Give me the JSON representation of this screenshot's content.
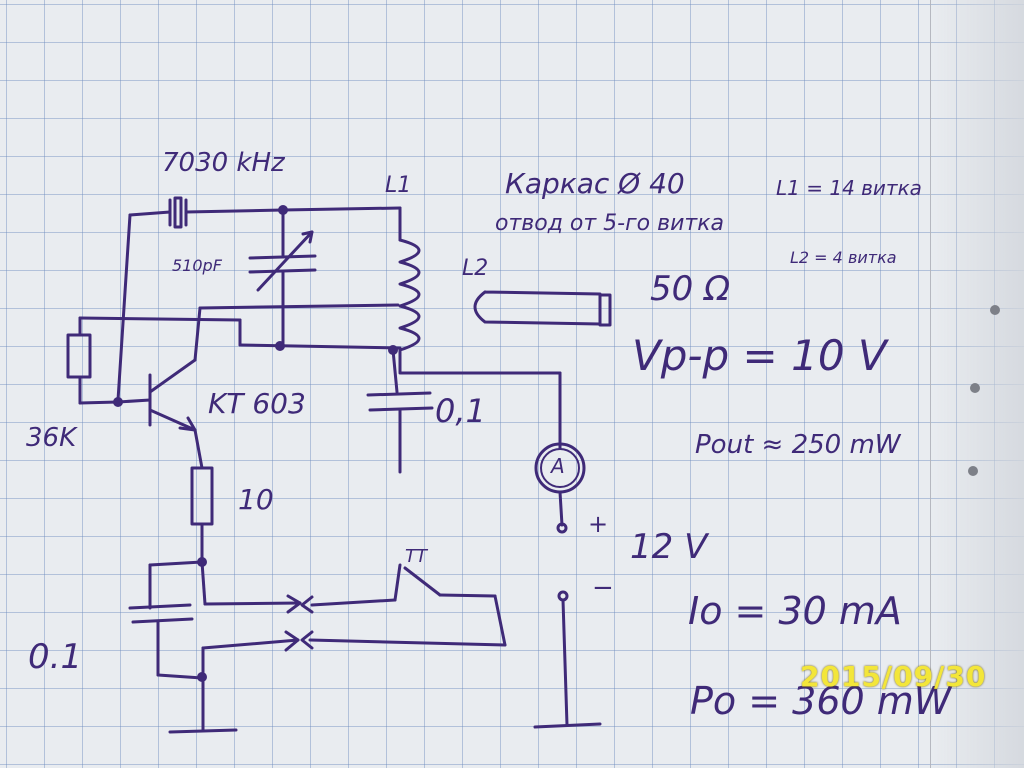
{
  "schematic": {
    "crystal_freq": "7030 kHz",
    "cap_label": "510pF",
    "coil_l1": "L1",
    "coil_l2": "L2",
    "transistor": "KT 603",
    "base_resistor": "36K",
    "emitter_resistor": "10",
    "collector_cap": "0,1",
    "emitter_cap": "0.1",
    "key_label": "TT",
    "ammeter_label": "A",
    "plus_label": "+",
    "minus_label": "−",
    "supply": "12 V"
  },
  "notes": {
    "former": "Каркас Ø 40",
    "l1_turns": "L1 = 14 витка",
    "tap": "отвод от 5-го витка",
    "l2_turns": "L2 = 4 витка",
    "impedance": "50 Ω",
    "vpp": "Vp-p = 10 V",
    "pout": "Pout ≈ 250 mW",
    "io": "Io = 30 mA",
    "po": "Po = 360 mW"
  },
  "date_stamp": "2015/09/30",
  "colors": {
    "ink": "#3f2a78",
    "paper": "#e9ecf0",
    "grid": "#6e8cbe",
    "stamp": "#f3e63a"
  }
}
